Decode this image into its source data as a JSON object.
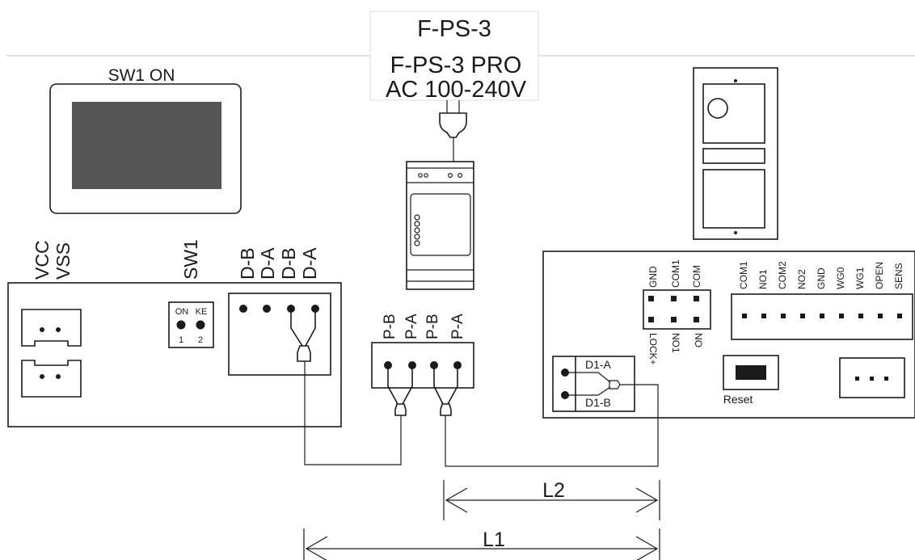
{
  "power_supply": {
    "model": "F-PS-3",
    "model_pro": "F-PS-3 PRO",
    "input": "AC 100-240V"
  },
  "monitor": {
    "switch_label": "SW1 ON"
  },
  "indoor_unit": {
    "vcc": "VCC",
    "vss": "VSS",
    "sw1": "SW1",
    "dip_on": "ON",
    "dip_ke": "KE",
    "dip_1": "1",
    "dip_2": "2",
    "bus_terminals": [
      "D-B",
      "D-A",
      "D-B",
      "D-A"
    ]
  },
  "splitter": {
    "terminals": [
      "P-B",
      "P-A",
      "P-B",
      "P-A"
    ]
  },
  "door_controller": {
    "lock_top": [
      "GND",
      "COM1",
      "COM"
    ],
    "lock_bottom": [
      "LOCK+",
      "NO1",
      "NO"
    ],
    "io_terminals": [
      "COM1",
      "NO1",
      "COM2",
      "NO2",
      "GND",
      "WG0",
      "WG1",
      "OPEN",
      "SENS"
    ],
    "bus_a": "D1-A",
    "bus_b": "D1-B",
    "reset": "Reset"
  },
  "distances": {
    "l1": "L1",
    "l2": "L2"
  }
}
